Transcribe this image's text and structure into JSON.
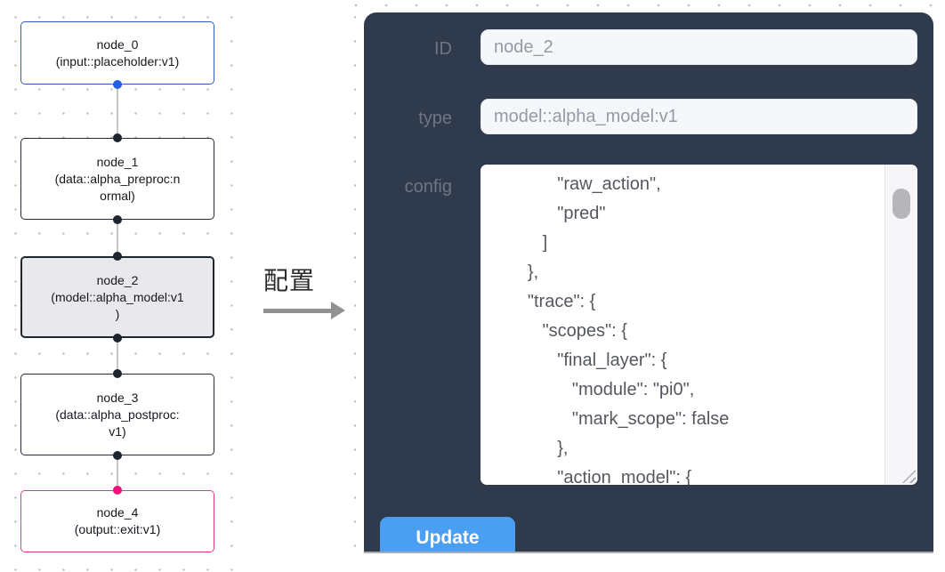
{
  "canvas": {
    "nodes": [
      {
        "lines": [
          "node_0",
          "(input::placeholder:v1)"
        ],
        "border_color": "#2b5fc5",
        "bg": "#ffffff",
        "top_dot": null,
        "bottom_dot": "#2160e0",
        "selected": false
      },
      {
        "lines": [
          "node_1",
          "(data::alpha_preproc:n",
          "ormal)"
        ],
        "border_color": "#252b36",
        "bg": "#ffffff",
        "top_dot": "#1d2430",
        "bottom_dot": "#1d2430",
        "selected": false
      },
      {
        "lines": [
          "node_2",
          "(model::alpha_model:v1",
          ")"
        ],
        "border_color": "#20262f",
        "bg": "#e9e9ec",
        "top_dot": "#1d2430",
        "bottom_dot": "#1d2430",
        "selected": true
      },
      {
        "lines": [
          "node_3",
          "(data::alpha_postproc:",
          "v1)"
        ],
        "border_color": "#252b36",
        "bg": "#ffffff",
        "top_dot": "#1d2430",
        "bottom_dot": "#1d2430",
        "selected": false
      },
      {
        "lines": [
          "node_4",
          "(output::exit:v1)"
        ],
        "border_color": "#e23a80",
        "bg": "#ffffff",
        "top_dot": "#f1107c",
        "bottom_dot": null,
        "selected": false
      }
    ],
    "edge_label": "配置",
    "connector_color": "#c6c7c9",
    "arrow_color": "#8f9193"
  },
  "panel": {
    "bg": "#2f3a4c",
    "fields": [
      {
        "label": "ID",
        "value": "node_2"
      },
      {
        "label": "type",
        "value": "model::alpha_model:v1"
      }
    ],
    "config_label": "config",
    "config_lines": [
      "             \"raw_action\",",
      "             \"pred\"",
      "          ]",
      "       },",
      "       \"trace\": {",
      "          \"scopes\": {",
      "             \"final_layer\": {",
      "                \"module\": \"pi0\",",
      "                \"mark_scope\": false",
      "             },",
      "             \"action_model\": {"
    ],
    "update_label": "Update",
    "button_color": "#4a9ff3"
  }
}
